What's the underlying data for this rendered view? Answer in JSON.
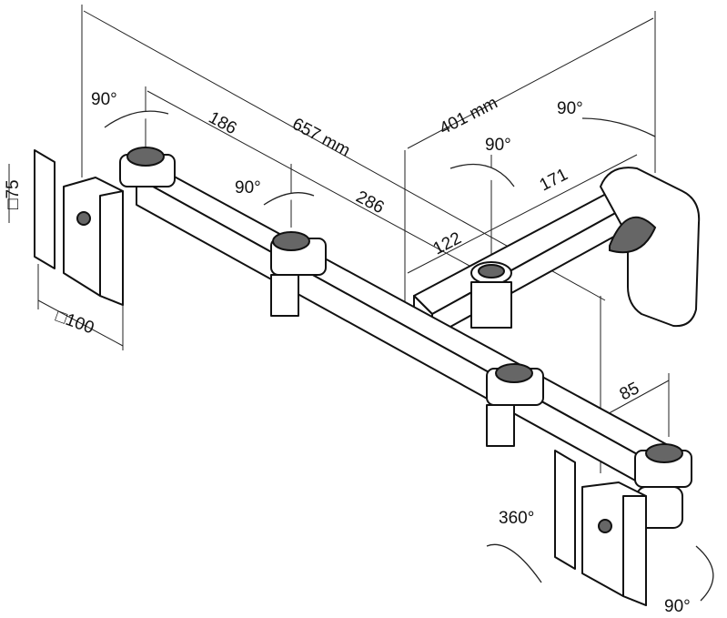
{
  "title": "Dual monitor arm dimension drawing",
  "labels": {
    "rot_top_left": "90°",
    "dim_186": "186",
    "dim_657": "657 mm",
    "dim_401": "401 mm",
    "rot_top_right": "90°",
    "rot_center": "90°",
    "dim_171": "171",
    "rot_mid_left": "90°",
    "dim_286": "286",
    "dim_122": "122",
    "vesa_75": "□75",
    "vesa_100": "□100",
    "dim_85": "85",
    "rot_360": "360°",
    "rot_bottom_right": "90°"
  }
}
